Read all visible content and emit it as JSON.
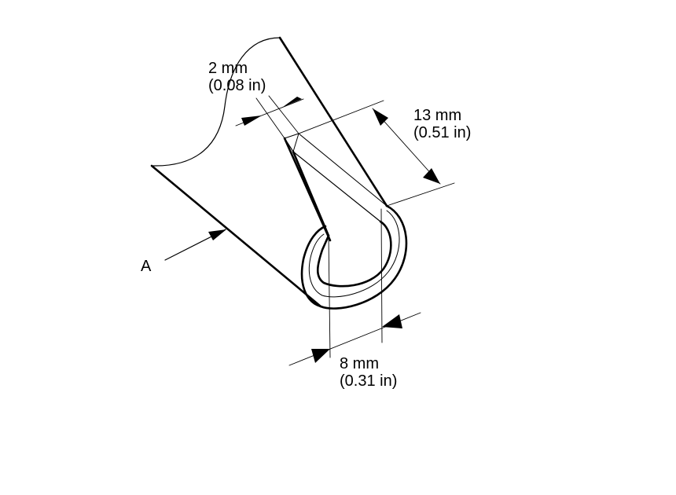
{
  "dimensions": {
    "thickness": {
      "metric": "2 mm",
      "imperial": "(0.08 in)"
    },
    "length": {
      "metric": "13 mm",
      "imperial": "(0.51 in)"
    },
    "width": {
      "metric": "8 mm",
      "imperial": "(0.31 in)"
    }
  },
  "callout": {
    "label": "A"
  },
  "colors": {
    "line": "#000000",
    "background": "#ffffff"
  }
}
